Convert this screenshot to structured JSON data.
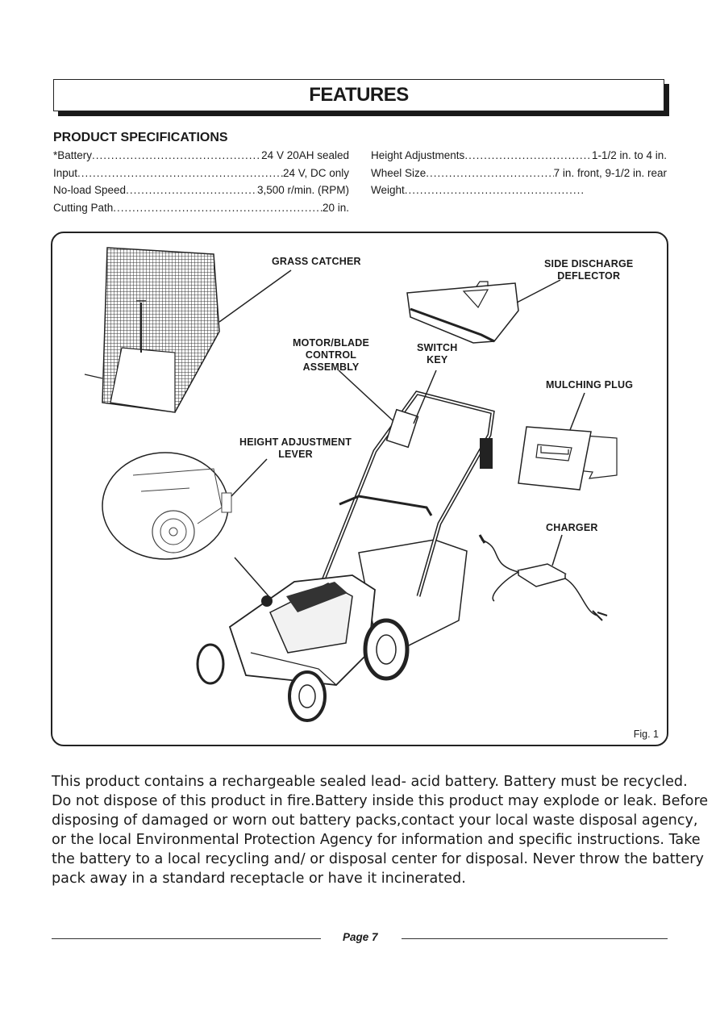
{
  "title": "FEATURES",
  "specs": {
    "heading": "PRODUCT SPECIFICATIONS",
    "left": [
      {
        "label": "*Battery ",
        "value": "24 V 20AH sealed"
      },
      {
        "label": "Input ",
        "value": "24 V, DC only"
      },
      {
        "label": "No-load Speed ",
        "value": "3,500 r/min. (RPM)"
      },
      {
        "label": "Cutting Path ",
        "value": " 20 in."
      }
    ],
    "right": [
      {
        "label": "Height Adjustments",
        "value": "1-1/2 in. to 4 in."
      },
      {
        "label": "Wheel Size",
        "value": " 7 in. front, 9-1/2 in. rear"
      },
      {
        "label": "Weight ",
        "value": ""
      }
    ]
  },
  "figure": {
    "callouts": {
      "grass_catcher": "GRASS CATCHER",
      "side_discharge_1": "SIDE DISCHARGE",
      "side_discharge_2": "DEFLECTOR",
      "motor_1": "MOTOR/BLADE",
      "motor_2": "CONTROL",
      "motor_3": "ASSEMBLY",
      "switch_1": "SWITCH",
      "switch_2": "KEY",
      "mulching": "MULCHING PLUG",
      "height_1": "HEIGHT ADJUSTMENT",
      "height_2": "LEVER",
      "charger": "CHARGER"
    },
    "label": "Fig. 1"
  },
  "notice": [
    "This product contains a rechargeable sealed lead- acid battery. Battery must be recycled.",
    "Do not dispose of this product in fire.Battery inside this product may explode or leak. Before",
    "disposing of damaged or worn out battery packs,contact your local waste disposal agency,",
    "or the local Environmental Protection Agency for information and specific instructions. Take",
    "the battery to a local recycling and/ or disposal center for disposal. Never throw the battery",
    "pack away in a standard receptacle or have it incinerated."
  ],
  "footer": {
    "page": "Page 7"
  }
}
